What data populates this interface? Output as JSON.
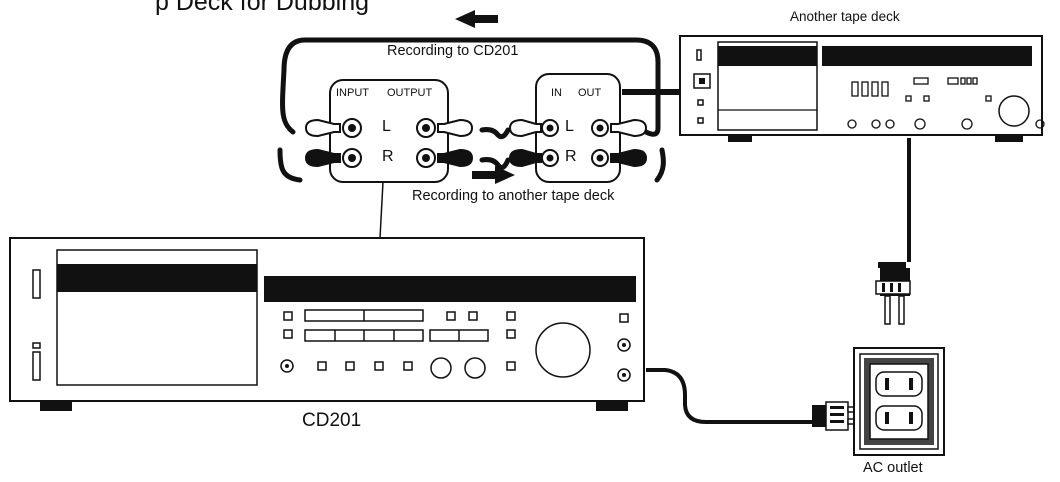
{
  "heading_fragment": "p Deck for Dubbing",
  "labels": {
    "recording_to_cd201": "Recording to CD201",
    "another_tape_deck": "Another tape deck",
    "recording_to_another": "Recording to another tape deck",
    "cd201": "CD201",
    "ac_outlet": "AC outlet"
  },
  "cd201_jacks": {
    "input": "INPUT",
    "output": "OUTPUT",
    "left": "L",
    "right": "R"
  },
  "deck_jacks": {
    "in": "IN",
    "out": "OUT",
    "left": "L",
    "right": "R"
  }
}
